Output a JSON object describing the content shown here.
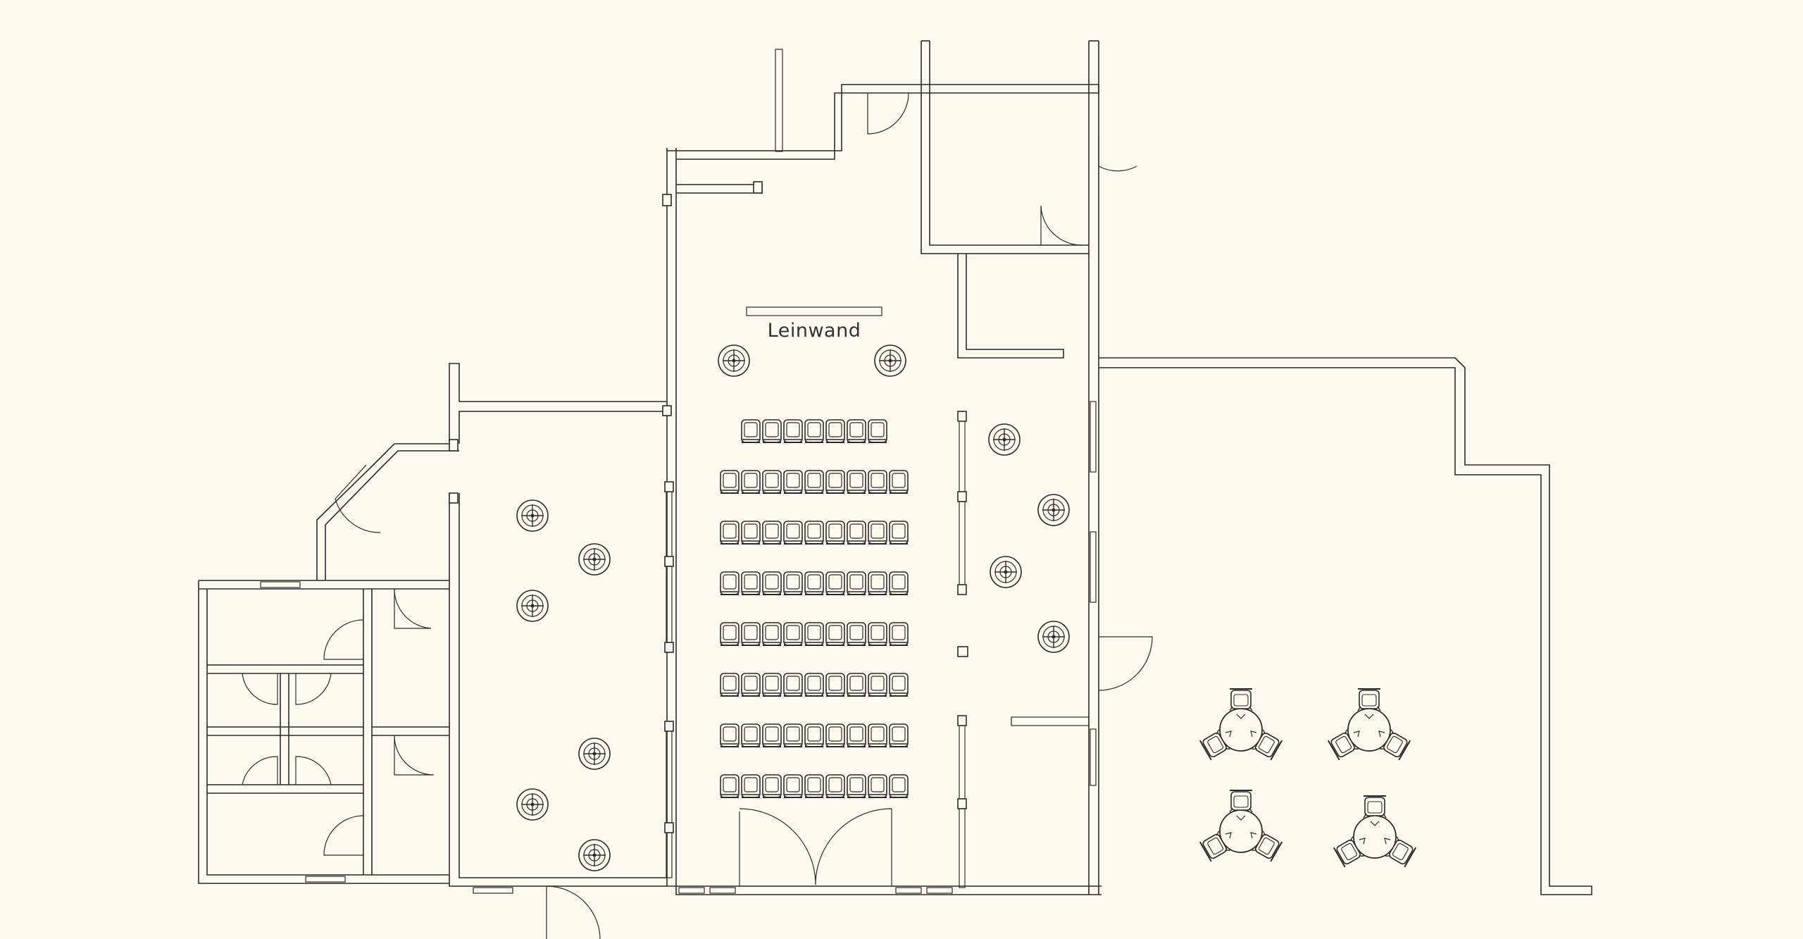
{
  "plan": {
    "screen_label": "Leinwand",
    "background": "#fdfaf0",
    "line_color": "#2b2b2b",
    "symbols": {
      "chair": "chair-icon",
      "light": "ceiling-light-icon",
      "table": "round-table-with-chairs-icon",
      "door": "door-swing-icon",
      "window": "window-icon",
      "column": "column-icon"
    },
    "seating": {
      "rows": 8,
      "first_row_seats": 7,
      "seats_per_row": 9,
      "round_tables": 4,
      "chairs_per_table": 3
    }
  }
}
